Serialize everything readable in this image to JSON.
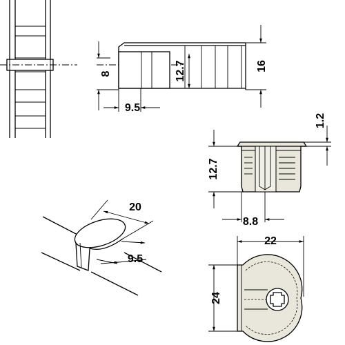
{
  "dimensions": {
    "side_height": "8",
    "side_depth": "9.5",
    "side_inner_height": "12.7",
    "side_total": "16",
    "front_height": "12.7",
    "front_flange": "1.2",
    "front_width": "8.8",
    "top_width": "22",
    "top_height": "24",
    "iso_diameter": "20",
    "iso_depth": "9.5"
  }
}
